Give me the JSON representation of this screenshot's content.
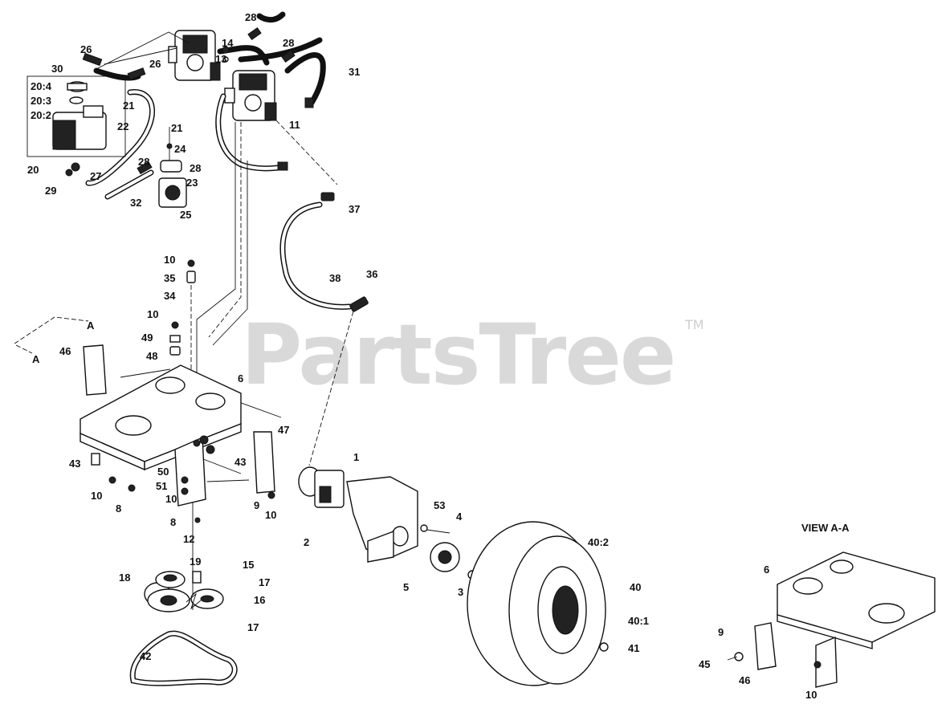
{
  "watermark": {
    "brand": "PartsTree",
    "trademark": "TM"
  },
  "view_title": "VIEW A-A",
  "section_marks": {
    "a1": "A",
    "a2": "A"
  },
  "labels": [
    {
      "id": "l28a",
      "text": "28"
    },
    {
      "id": "l14",
      "text": "14"
    },
    {
      "id": "l13",
      "text": "13"
    },
    {
      "id": "l28b",
      "text": "28"
    },
    {
      "id": "l26a",
      "text": "26"
    },
    {
      "id": "l30",
      "text": "30"
    },
    {
      "id": "l26b",
      "text": "26"
    },
    {
      "id": "l31",
      "text": "31"
    },
    {
      "id": "l204",
      "text": "20:4"
    },
    {
      "id": "l203",
      "text": "20:3"
    },
    {
      "id": "l202",
      "text": "20:2"
    },
    {
      "id": "l21a",
      "text": "21"
    },
    {
      "id": "l22",
      "text": "22"
    },
    {
      "id": "l11",
      "text": "11"
    },
    {
      "id": "l21b",
      "text": "21"
    },
    {
      "id": "l24",
      "text": "24"
    },
    {
      "id": "l28c",
      "text": "28"
    },
    {
      "id": "l28d",
      "text": "28"
    },
    {
      "id": "l20",
      "text": "20"
    },
    {
      "id": "l27",
      "text": "27"
    },
    {
      "id": "l23",
      "text": "23"
    },
    {
      "id": "l29",
      "text": "29"
    },
    {
      "id": "l32",
      "text": "32"
    },
    {
      "id": "l25",
      "text": "25"
    },
    {
      "id": "l37",
      "text": "37"
    },
    {
      "id": "l10a",
      "text": "10"
    },
    {
      "id": "l35",
      "text": "35"
    },
    {
      "id": "l34",
      "text": "34"
    },
    {
      "id": "l38",
      "text": "38"
    },
    {
      "id": "l36",
      "text": "36"
    },
    {
      "id": "l10b",
      "text": "10"
    },
    {
      "id": "l49",
      "text": "49"
    },
    {
      "id": "l48",
      "text": "48"
    },
    {
      "id": "l46a",
      "text": "46"
    },
    {
      "id": "l6a",
      "text": "6"
    },
    {
      "id": "l47",
      "text": "47"
    },
    {
      "id": "l43a",
      "text": "43"
    },
    {
      "id": "l50",
      "text": "50"
    },
    {
      "id": "l43b",
      "text": "43"
    },
    {
      "id": "l1",
      "text": "1"
    },
    {
      "id": "l10c",
      "text": "10"
    },
    {
      "id": "l51",
      "text": "51"
    },
    {
      "id": "l8a",
      "text": "8"
    },
    {
      "id": "l10d",
      "text": "10"
    },
    {
      "id": "l9a",
      "text": "9"
    },
    {
      "id": "l10e",
      "text": "10"
    },
    {
      "id": "l53",
      "text": "53"
    },
    {
      "id": "l4",
      "text": "4"
    },
    {
      "id": "l8b",
      "text": "8"
    },
    {
      "id": "l2",
      "text": "2"
    },
    {
      "id": "l12",
      "text": "12"
    },
    {
      "id": "l402",
      "text": "40:2"
    },
    {
      "id": "l19",
      "text": "19"
    },
    {
      "id": "l15",
      "text": "15"
    },
    {
      "id": "l18",
      "text": "18"
    },
    {
      "id": "l17a",
      "text": "17"
    },
    {
      "id": "l5",
      "text": "5"
    },
    {
      "id": "l3",
      "text": "3"
    },
    {
      "id": "l40",
      "text": "40"
    },
    {
      "id": "l16",
      "text": "16"
    },
    {
      "id": "l17b",
      "text": "17"
    },
    {
      "id": "l401",
      "text": "40:1"
    },
    {
      "id": "l41",
      "text": "41"
    },
    {
      "id": "l42",
      "text": "42"
    },
    {
      "id": "l6b",
      "text": "6"
    },
    {
      "id": "l9b",
      "text": "9"
    },
    {
      "id": "l45",
      "text": "45"
    },
    {
      "id": "l46b",
      "text": "46"
    },
    {
      "id": "l10f",
      "text": "10"
    }
  ]
}
